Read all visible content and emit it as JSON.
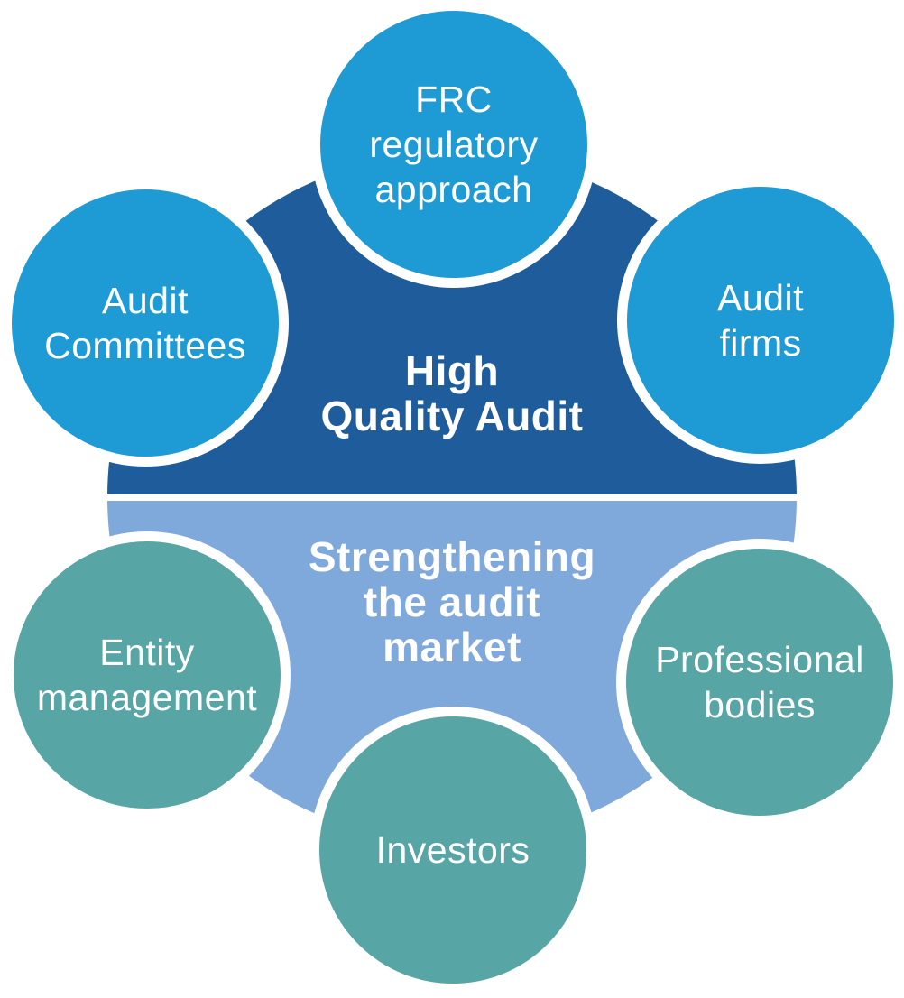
{
  "colors": {
    "circle_blue": "#1e9ad4",
    "circle_teal": "#58a5a6",
    "center_top": "#1f5c9c",
    "center_bottom": "#7fa8db",
    "ring": "#ffffff",
    "text": "#ffffff"
  },
  "center": {
    "top_label": "High\nQuality Audit",
    "bottom_label": "Strengthening\nthe audit\nmarket"
  },
  "satellites": [
    {
      "id": "frc-regulatory-approach",
      "label": "FRC\nregulatory\napproach",
      "color": "#1e9ad4"
    },
    {
      "id": "audit-committees",
      "label": "Audit\nCommittees",
      "color": "#1e9ad4"
    },
    {
      "id": "audit-firms",
      "label": "Audit\nfirms",
      "color": "#1e9ad4"
    },
    {
      "id": "entity-management",
      "label": "Entity\nmanagement",
      "color": "#58a5a6"
    },
    {
      "id": "professional-bodies",
      "label": "Professional\nbodies",
      "color": "#58a5a6"
    },
    {
      "id": "investors",
      "label": "Investors",
      "color": "#58a5a6"
    }
  ]
}
